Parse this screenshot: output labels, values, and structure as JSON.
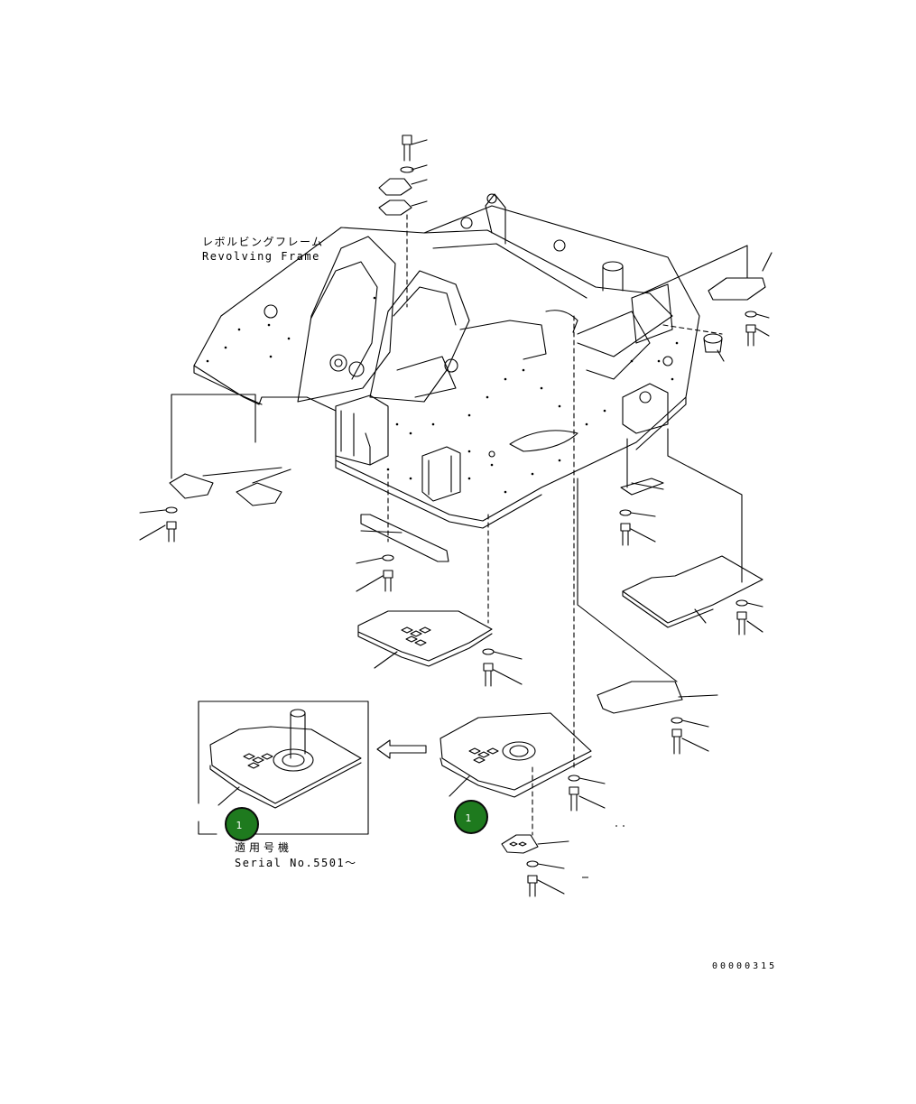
{
  "frame_label": {
    "jp": "レボルビングフレーム",
    "en": "Revolving Frame"
  },
  "serial_label": {
    "jp": "適用号機",
    "en": "Serial No.5501～"
  },
  "callouts": [
    {
      "label": "1"
    },
    {
      "label": "1"
    }
  ],
  "drawing_number": "00000315",
  "colors": {
    "callout_fill": "#1e7a1e",
    "line": "#000000"
  }
}
